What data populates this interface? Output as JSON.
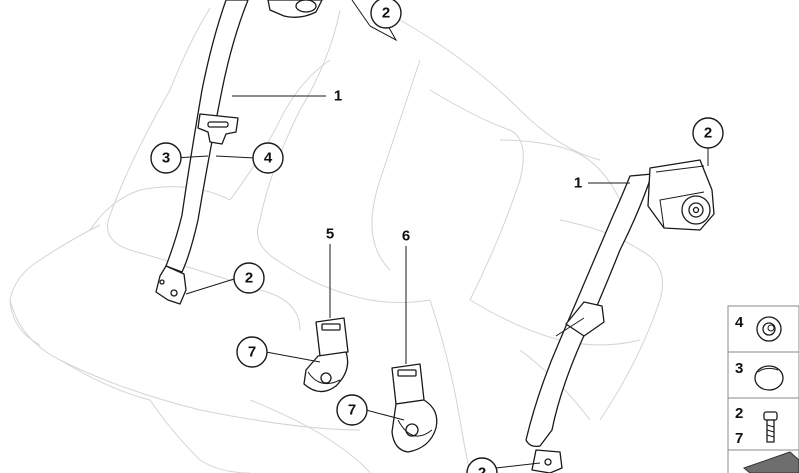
{
  "callouts": {
    "top_center": "2",
    "belt_left": "1",
    "guide_left": "3",
    "guide_right": "4",
    "anchor_left": "2",
    "buckle_left_label": "5",
    "buckle_right_label": "6",
    "bolt_left": "7",
    "bolt_right": "7",
    "retractor_right": "2",
    "belt_right": "1",
    "bottom_center": "2"
  },
  "legend": {
    "row1_num": "4",
    "row2_num": "3",
    "row3_num_a": "2",
    "row3_num_b": "7"
  }
}
